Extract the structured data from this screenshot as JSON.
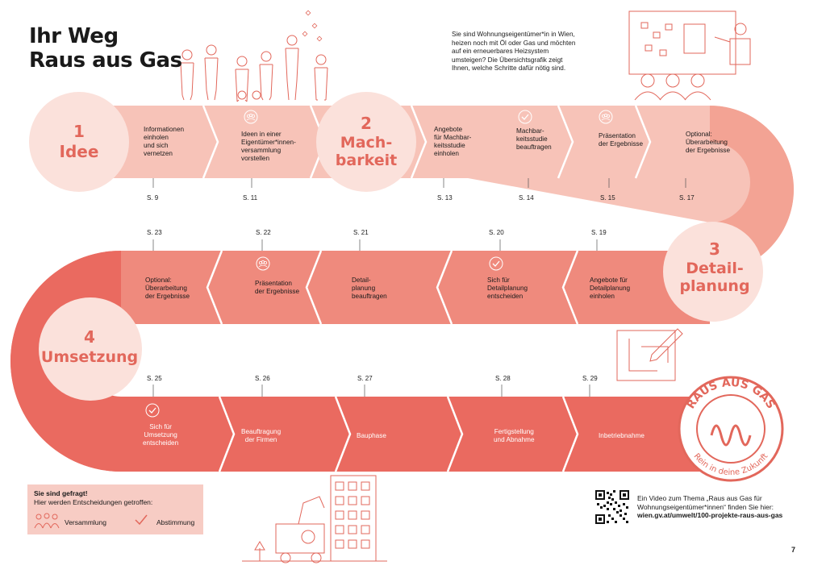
{
  "title": {
    "line1": "Ihr Weg",
    "line2": "Raus aus Gas"
  },
  "intro": "Sie sind Wohnungseigentümer*in in Wien, heizen noch mit Öl oder Gas und möchten auf ein erneuerbares Heizsystem umsteigen? Die Übersichtsgrafik zeigt Ihnen, welche Schritte dafür nötig sind.",
  "phases": [
    {
      "num": "1",
      "label": "Idee"
    },
    {
      "num": "2",
      "label1": "Mach-",
      "label2": "barkeit"
    },
    {
      "num": "3",
      "label1": "Detail-",
      "label2": "planung"
    },
    {
      "num": "4",
      "label": "Umsetzung"
    }
  ],
  "row1": [
    {
      "text": [
        "Informationen",
        "einholen",
        "und sich",
        "vernetzen"
      ],
      "page": "S. 9"
    },
    {
      "text": [
        "Ideen in einer",
        "Eigentümer*innen-",
        "versammlung",
        "vorstellen"
      ],
      "page": "S. 11",
      "icon": "versammlung"
    },
    {
      "text": [
        "Angebote",
        "für Machbar-",
        "keitsstudie",
        "einholen"
      ],
      "page": "S. 13"
    },
    {
      "text": [
        "Machbar-",
        "keitsstudie",
        "beauftragen"
      ],
      "page": "S. 14",
      "icon": "abstimmung"
    },
    {
      "text": [
        "Präsentation",
        "der Ergebnisse"
      ],
      "page": "S. 15",
      "icon": "versammlung"
    },
    {
      "text": [
        "Optional:",
        "Überarbeitung",
        "der Ergebnisse"
      ],
      "page": "S. 17"
    }
  ],
  "row2": [
    {
      "text": [
        "Optional:",
        "Überarbeitung",
        "der Ergebnisse"
      ],
      "page": "S. 23"
    },
    {
      "text": [
        "Präsentation",
        "der Ergebnisse"
      ],
      "page": "S. 22",
      "icon": "versammlung"
    },
    {
      "text": [
        "Detail-",
        "planung",
        "beauftragen"
      ],
      "page": "S. 21"
    },
    {
      "text": [
        "Sich für",
        "Detailplanung",
        "entscheiden"
      ],
      "page": "S. 20",
      "icon": "abstimmung"
    },
    {
      "text": [
        "Angebote für",
        "Detailplanung",
        "einholen"
      ],
      "page": "S. 19"
    }
  ],
  "row3": [
    {
      "text": [
        "Sich für",
        "Umsetzung",
        "entscheiden"
      ],
      "page": "S. 25",
      "icon": "abstimmung"
    },
    {
      "text": [
        "Beauftragung",
        "der Firmen"
      ],
      "page": "S. 26"
    },
    {
      "text": [
        "Bauphase"
      ],
      "page": "S. 27"
    },
    {
      "text": [
        "Fertigstellung",
        "und Abnahme"
      ],
      "page": "S. 28"
    },
    {
      "text": [
        "Inbetriebnahme"
      ],
      "page": "S. 29"
    }
  ],
  "legend": {
    "title": "Sie sind gefragt!",
    "subtitle": "Hier werden Entscheidungen getroffen:",
    "item1": "Versammlung",
    "item2": "Abstimmung"
  },
  "badge": {
    "top": "RAUS AUS GAS",
    "bottom": "Rein in deine Zukunft"
  },
  "video": {
    "text": "Ein Video zum Thema „Raus aus Gas für Wohnungseigentümer*innen“ finden Sie hier:",
    "url": "wien.gv.at/umwelt/100-projekte-raus-aus-gas"
  },
  "page_number": "7",
  "colors": {
    "light": "#f7c3b8",
    "mid": "#f3a394",
    "row2": "#ef8a7d",
    "row3": "#ea6a60",
    "circle": "#fbe1db",
    "accent": "#e2675b"
  }
}
